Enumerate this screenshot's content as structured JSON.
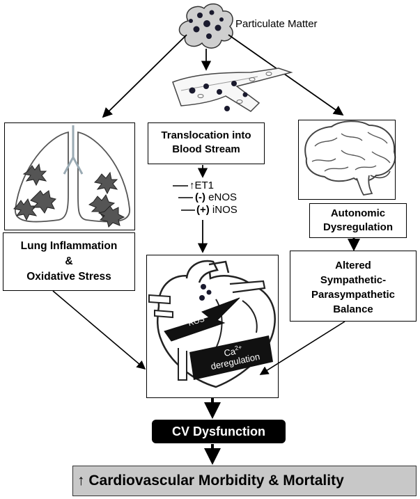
{
  "source": {
    "label": "Particulate Matter"
  },
  "nodes": {
    "translocation": {
      "line1": "Translocation into",
      "line2": "Blood Stream"
    },
    "lung": {
      "line1": "Lung Inflammation",
      "line2": "&",
      "line3": "Oxidative Stress"
    },
    "autonomic": {
      "line1": "Autonomic",
      "line2": "Dysregulation"
    },
    "balance": {
      "line1": "Altered",
      "line2": "Sympathetic-",
      "line3": "Parasympathetic",
      "line4": "Balance"
    },
    "cv_dysfunction": {
      "label": "CV Dysfunction"
    },
    "outcome": {
      "arrow": "↑",
      "label": "Cardiovascular Morbidity & Mortality"
    }
  },
  "mediators": {
    "et1": {
      "sign": "↑",
      "label": "ET1"
    },
    "enos": {
      "sign": "(-)",
      "label": "eNOS"
    },
    "inos": {
      "sign": "(+)",
      "label": "iNOS"
    }
  },
  "heart_labels": {
    "ros": "ROS",
    "ca_base": "Ca",
    "ca_sup": "2+",
    "ca_line2": "deregulation"
  },
  "colors": {
    "outcome_fill": "#c8c8c8",
    "cv_fill": "#000000",
    "cv_text": "#ffffff",
    "particle": "#1a1a2e",
    "lesion": "#555555"
  }
}
